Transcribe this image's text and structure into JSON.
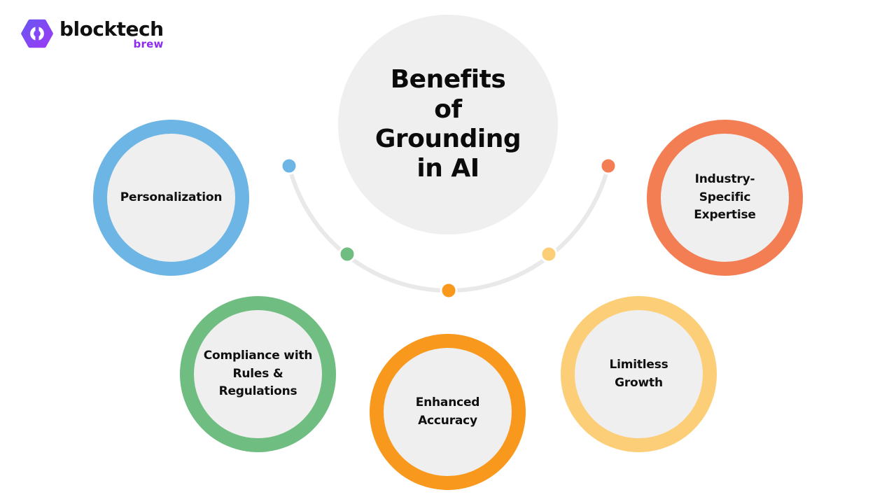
{
  "logo": {
    "name": "blocktech",
    "sub": "brew",
    "icon": "hexagon-brackets-logo",
    "name_color": "#101010",
    "sub_color": "#8E2BF0",
    "gradient_start": "#6A55F2",
    "gradient_end": "#9B3BF5"
  },
  "center": {
    "title": "Benefits\nof\nGrounding\nin AI",
    "bg_color": "#EFEFEF"
  },
  "nodes": [
    {
      "id": "personalization",
      "label": "Personalization",
      "color": "#6DB5E5"
    },
    {
      "id": "industry-specific-expertise",
      "label": "Industry-\nSpecific\nExpertise",
      "color": "#F37E54"
    },
    {
      "id": "compliance-with-rules-and-regulations",
      "label": "Compliance with\nRules &\nRegulations",
      "color": "#70BD82"
    },
    {
      "id": "enhanced-accuracy",
      "label": "Enhanced\nAccuracy",
      "color": "#F8981D"
    },
    {
      "id": "limitless-growth",
      "label": "Limitless\nGrowth",
      "color": "#FCCE78"
    }
  ],
  "arc": {
    "line_color": "#E9E9E9",
    "dot_colors": [
      "#6DB5E5",
      "#70BD82",
      "#F8981D",
      "#FCCE78",
      "#F37E54"
    ]
  }
}
